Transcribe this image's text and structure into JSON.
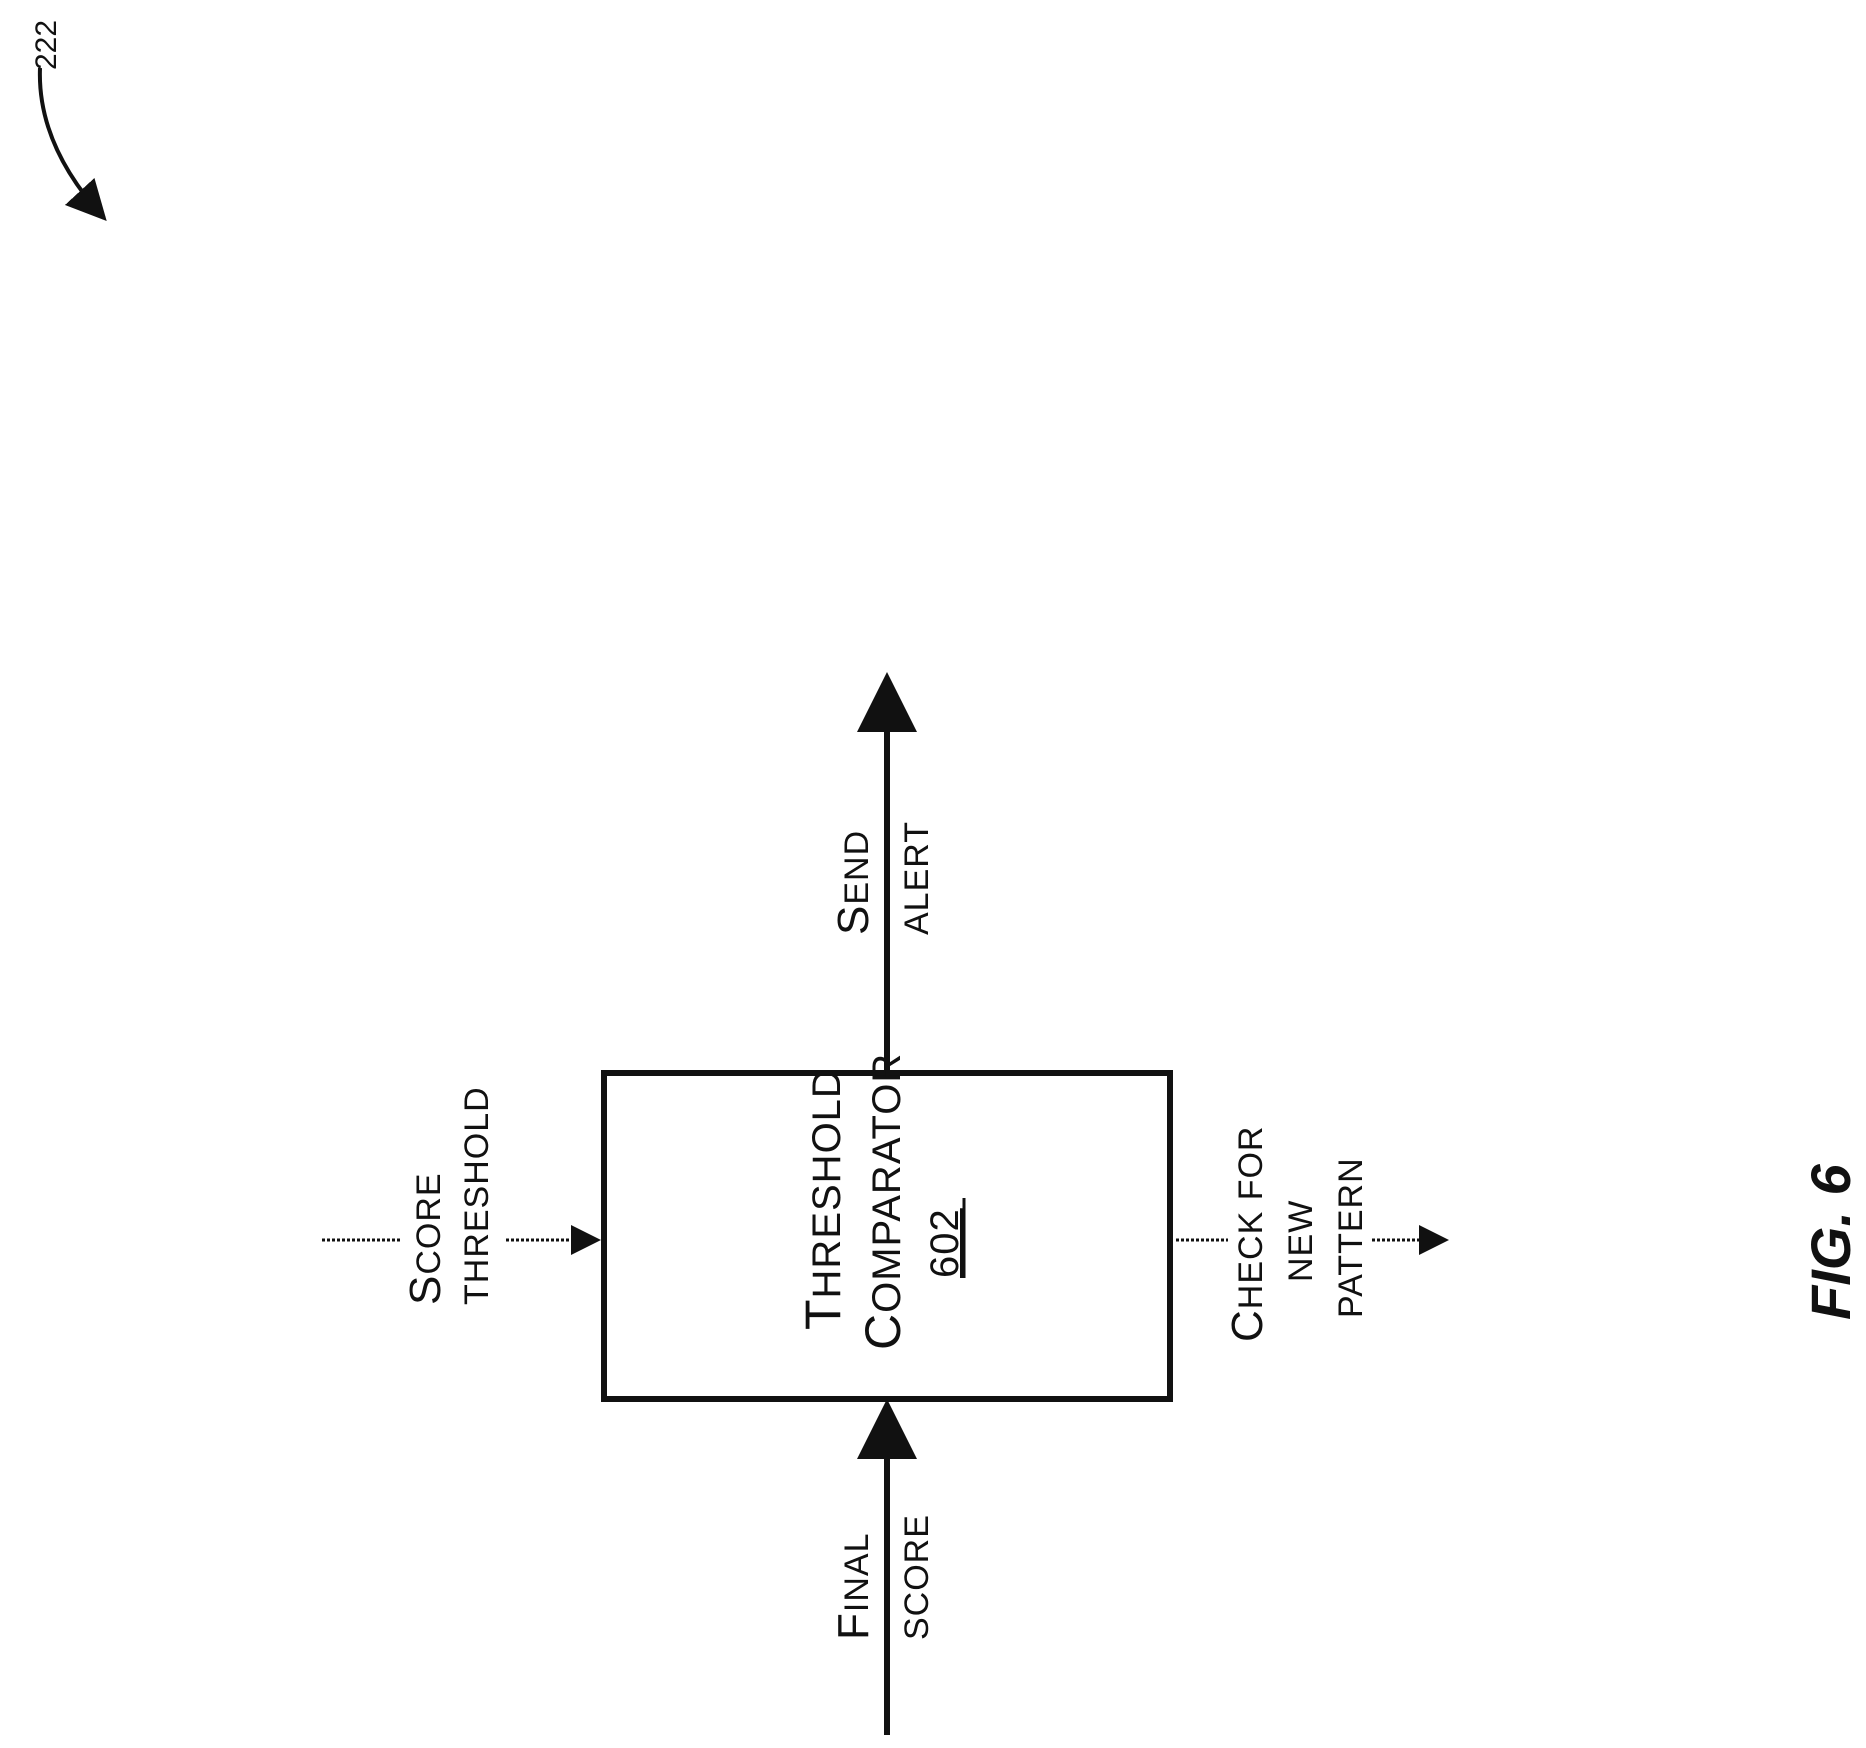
{
  "reference_numeral": "222",
  "figure_label": "FIG. 6",
  "block": {
    "name": "Threshold Comparator",
    "line1_first": "T",
    "line1_rest": "HRESHOLD",
    "line2_first": "C",
    "line2_rest": "OMPARATOR",
    "ref": "602"
  },
  "inputs": {
    "score_threshold": {
      "line1_first": "S",
      "line1_rest": "CORE",
      "line2": "THRESHOLD"
    },
    "final_score": {
      "line1_first": "F",
      "line1_rest": "INAL",
      "line2": "SCORE"
    }
  },
  "outputs": {
    "send_alert": {
      "line1_first": "S",
      "line1_rest": "END",
      "line2": "ALERT"
    },
    "check_for_new_pattern": {
      "line1_first": "C",
      "line1_rest": "HECK FOR",
      "line2": "NEW",
      "line3": "PATTERN"
    }
  }
}
